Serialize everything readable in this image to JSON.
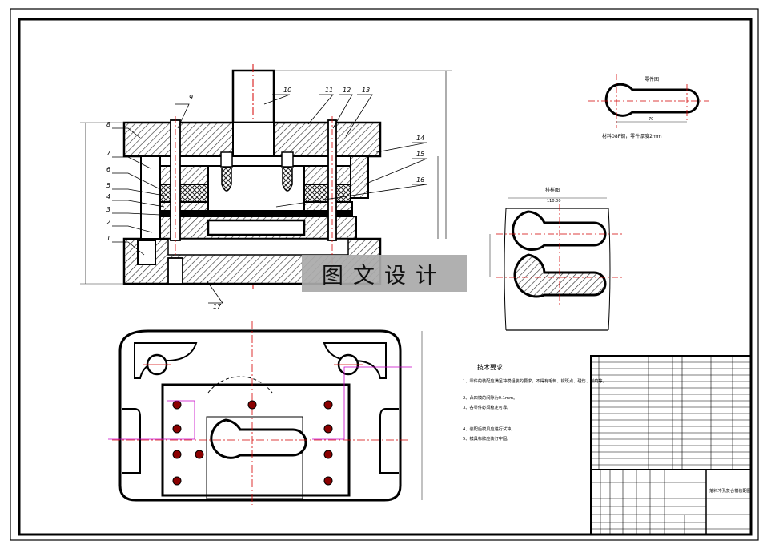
{
  "watermark": "图文设计",
  "part_callouts": [
    "1",
    "2",
    "3",
    "4",
    "5",
    "6",
    "7",
    "8",
    "9",
    "10",
    "11",
    "12",
    "13",
    "14",
    "15",
    "16",
    "17"
  ],
  "strip_layout": {
    "title": "排样图",
    "dim_width": "110.00"
  },
  "part_view": {
    "title": "零件图",
    "note": "材料08F钢，零件厚度2mm",
    "dim_length": "70"
  },
  "tech_req": {
    "title": "技术要求",
    "items": [
      "1、零件的装配应满足冲模组装的要求，不得有毛刺、锈斑点、碰伤、划痕等。",
      "2、凸凹模的间隙为0.1mm。",
      "3、各零件必须稳定可靠。",
      "4、装配后模具应进行试冲。",
      "5、模具标牌应装订牢固。"
    ]
  },
  "title_block": {
    "drawing_title": "落料冲孔复合模装配图"
  },
  "colors": {
    "line": "#000000",
    "center": "#d40000",
    "dim": "#333333",
    "marker": "#c800c8",
    "hatch": "#333333"
  }
}
